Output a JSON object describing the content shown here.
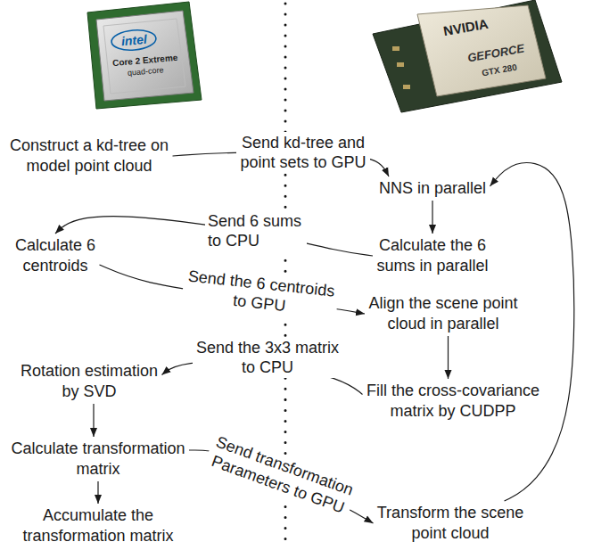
{
  "diagram": {
    "nodes": [
      {
        "text": [
          "Construct a kd-tree on model point cloud"
        ]
      },
      {
        "text": [
          "NNS in parallel"
        ]
      },
      {
        "text": [
          "Calculate 6 centroids"
        ]
      },
      {
        "text": [
          "Calculate the 6 sums in parallel"
        ]
      },
      {
        "text": [
          "Align the scene point cloud in parallel"
        ]
      },
      {
        "text": [
          "Rotation estimation by SVD"
        ]
      },
      {
        "text": [
          "Fill the cross-covariance matrix by CUDPP"
        ]
      },
      {
        "text": [
          "Calculate transformation matrix"
        ]
      },
      {
        "text": [
          "Transform the scene point cloud"
        ]
      },
      {
        "text": [
          "Accumulate the transformation matrix"
        ]
      }
    ],
    "edges": [
      {
        "from": 0,
        "to": 1,
        "label": "Send kd-tree and point sets to GPU",
        "arrow": "to"
      },
      {
        "from": 1,
        "to": 3,
        "arrow": "to"
      },
      {
        "from": 3,
        "to": 2,
        "label": "Send 6 sums to CPU",
        "arrow": "to"
      },
      {
        "from": 2,
        "to": 4,
        "label": "Send the 6 centroids to GPU",
        "arrow": "to"
      },
      {
        "from": 4,
        "to": 6,
        "arrow": "to"
      },
      {
        "from": 6,
        "to": 5,
        "label": "Send the 3x3 matrix to CPU",
        "arrow": "to"
      },
      {
        "from": 5,
        "to": 7,
        "arrow": "to"
      },
      {
        "from": 7,
        "to": 8,
        "label": "Send transformation Parameters to GPU",
        "arrow": "to"
      },
      {
        "from": 7,
        "to": 9,
        "arrow": "to"
      },
      {
        "from": 8,
        "to": 1,
        "arrow": "to"
      }
    ],
    "labels": [
      "intel",
      "Core 2 Extreme",
      "quad-core",
      "NVIDIA",
      "GEFORCE",
      "GTX 280"
    ]
  }
}
